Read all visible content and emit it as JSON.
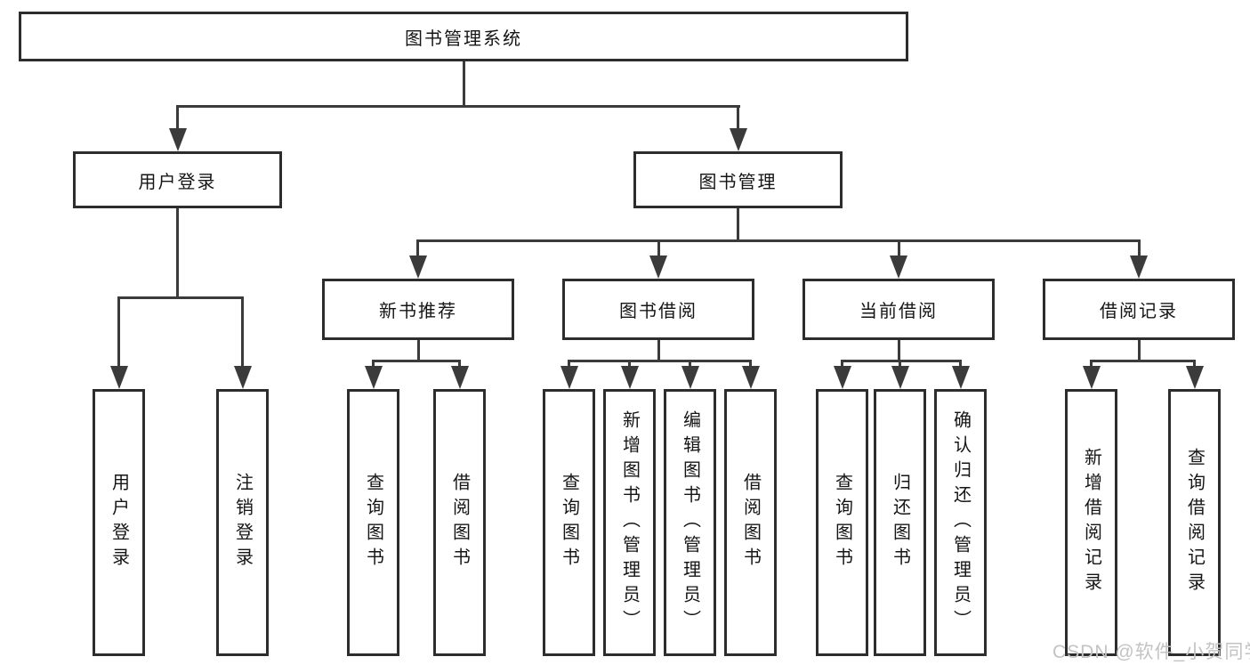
{
  "diagram": {
    "type": "tree",
    "title": "图书管理系统",
    "nodes": {
      "root": "图书管理系统",
      "level2": [
        "用户登录",
        "图书管理"
      ],
      "level3": [
        "新书推荐",
        "图书借阅",
        "当前借阅",
        "借阅记录"
      ],
      "leaves_login": [
        "用户登录",
        "注销登录"
      ],
      "leaves_recommend": [
        "查询图书",
        "借阅图书"
      ],
      "leaves_borrow": [
        "查询图书",
        "新增图书（管理员）",
        "编辑图书（管理员）",
        "借阅图书"
      ],
      "leaves_current": [
        "查询图书",
        "归还图书",
        "确认归还（管理员）"
      ],
      "leaves_record": [
        "新增借阅记录",
        "查询借阅记录"
      ]
    },
    "edges": [
      [
        "图书管理系统",
        "用户登录"
      ],
      [
        "图书管理系统",
        "图书管理"
      ],
      [
        "用户登录",
        "用户登录"
      ],
      [
        "用户登录",
        "注销登录"
      ],
      [
        "图书管理",
        "新书推荐"
      ],
      [
        "图书管理",
        "图书借阅"
      ],
      [
        "图书管理",
        "当前借阅"
      ],
      [
        "图书管理",
        "借阅记录"
      ],
      [
        "新书推荐",
        "查询图书"
      ],
      [
        "新书推荐",
        "借阅图书"
      ],
      [
        "图书借阅",
        "查询图书"
      ],
      [
        "图书借阅",
        "新增图书（管理员）"
      ],
      [
        "图书借阅",
        "编辑图书（管理员）"
      ],
      [
        "图书借阅",
        "借阅图书"
      ],
      [
        "当前借阅",
        "查询图书"
      ],
      [
        "当前借阅",
        "归还图书"
      ],
      [
        "当前借阅",
        "确认归还（管理员）"
      ],
      [
        "借阅记录",
        "新增借阅记录"
      ],
      [
        "借阅记录",
        "查询借阅记录"
      ]
    ],
    "colors": {
      "box_border": "#2d2d2d",
      "line": "#3b3b3b",
      "text": "#151515",
      "background": "#ffffff",
      "watermark": "#c3c3c3"
    }
  },
  "watermark": "CSDN @软件_小贺同学"
}
